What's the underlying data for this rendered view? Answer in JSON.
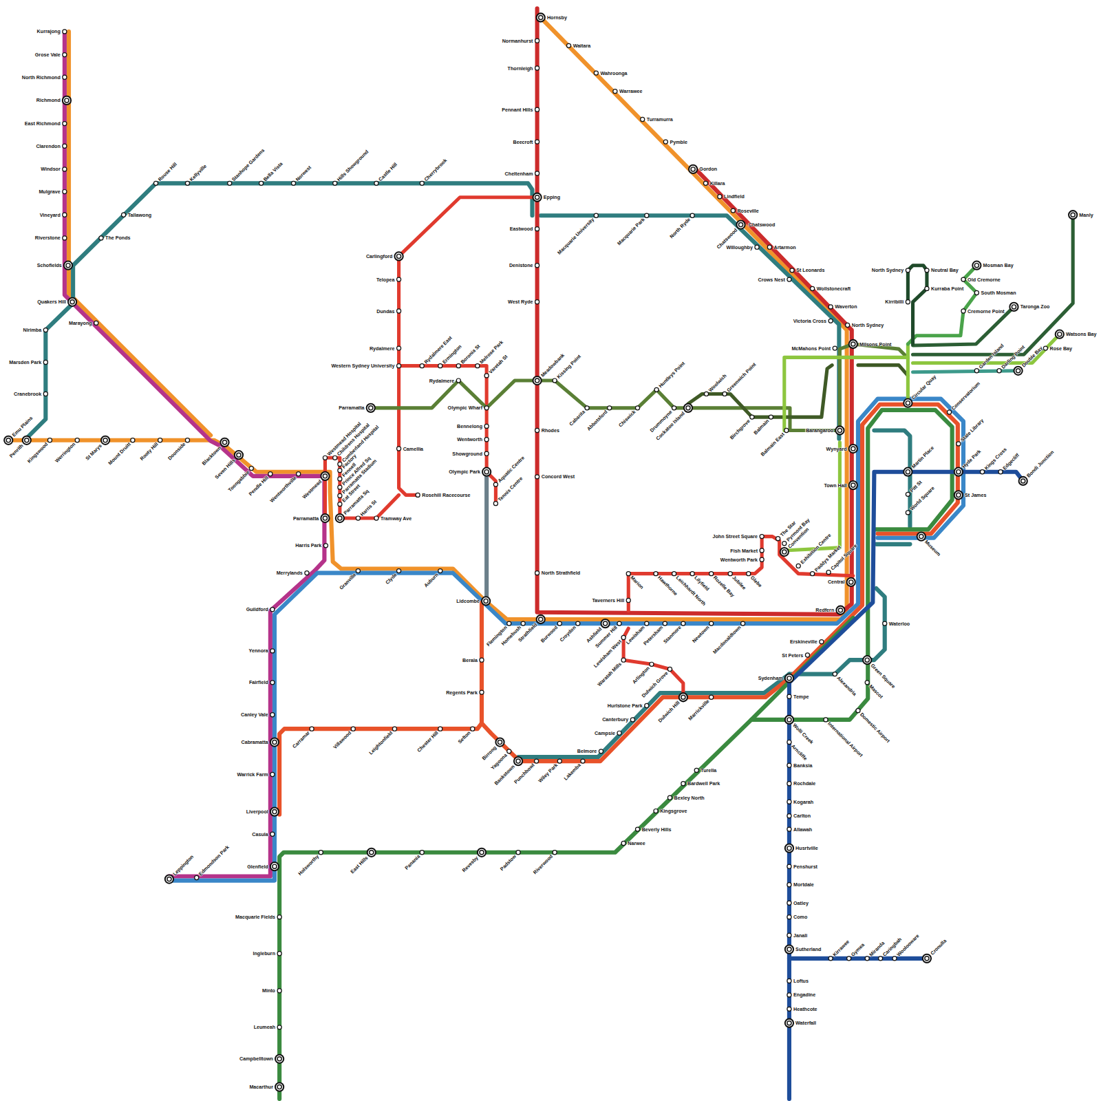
{
  "diagram": {
    "labels": [
      "Kurrajong",
      "Grose Vale",
      "North Richmond",
      "Richmond",
      "East Richmond",
      "Clarendon",
      "Windsor",
      "Mulgrave",
      "Vineyard",
      "Riverstone",
      "Schofields",
      "Quakers Hill",
      "Marayong",
      "Tallawong",
      "The Ponds",
      "Rouse Hill",
      "Kellyville",
      "Stanhope Gardens",
      "Bella Vista",
      "Norwest",
      "Hills Showground",
      "Castle Hill",
      "Cherrybrook",
      "Nirimba",
      "Marsden Park",
      "Cranebrook",
      "Emu Plains",
      "Penrith",
      "Kingswood",
      "Werrington",
      "St Marys",
      "Mount Druitt",
      "Rooty Hill",
      "Doonside",
      "Blacktown",
      "Seven Hills",
      "Toongabbie",
      "Pendle Hill",
      "Wentworthville",
      "Westmead",
      "Westmead Hospital",
      "Childrens Hospital",
      "Cumberland Hospital",
      "Factory",
      "Fennell",
      "Prince Alfred Sq",
      "Parramatta Stadium",
      "Eat Street",
      "Parramatta Sq",
      "Parramatta",
      "Harris St",
      "Tramway Ave",
      "Harris Park",
      "Merrylands",
      "Granville",
      "Clyde",
      "Auburn",
      "Lidcombe",
      "Flemington",
      "Homebush",
      "Strathfield",
      "Burwood",
      "Croydon",
      "Ashfield",
      "Summer Hill",
      "Lewisham",
      "Petersham",
      "Stanmore",
      "Newtown",
      "Macdonaldtown",
      "Redfern",
      "Lewisham West",
      "Waratah Mills",
      "Arlington",
      "Dulwich Grove",
      "Dulwich Hill",
      "Marrickville",
      "Taverners Hill",
      "Marion",
      "Hawthorne",
      "Leichhardt North",
      "Lilyfield",
      "Rozelle Bay",
      "Jubilee",
      "Glebe",
      "Wentworth Park",
      "Fish Market",
      "John Street Square",
      "The Star",
      "Pyrmont Bay",
      "Convention",
      "Exhibition Centre",
      "Paddys Market",
      "Capitol Square",
      "Central",
      "Carlingford",
      "Telopea",
      "Dundas",
      "Rydalmere",
      "Western Sydney University",
      "Camellia",
      "Rosehill Racecourse",
      "Rydalmere East",
      "Ermington",
      "Boronia St",
      "Melrose Park",
      "Varetah St",
      "Rydalmere",
      "Parramatta",
      "Olympic Wharf",
      "Bennelong",
      "Wentworth",
      "Showground",
      "Olympic Park",
      "Aquatic Centre",
      "Tennis Centre",
      "Hornsby",
      "Normanhurst",
      "Thornleigh",
      "Pennant Hills",
      "Beecroft",
      "Cheltenham",
      "Epping",
      "Eastwood",
      "Denistone",
      "West Ryde",
      "Meadowbank",
      "Kissing Point",
      "Rhodes",
      "Concord West",
      "North Strathfield",
      "Macquarie University",
      "Macquarie Park",
      "North Ryde",
      "Cabarita",
      "Abbotsford",
      "Chiswick",
      "Huntleys Point",
      "Drummoyne",
      "Cockatoo Island",
      "Woolwich",
      "Greenwich Point",
      "Birchgrove",
      "Balmain",
      "Balmain East",
      "Barangaroo",
      "McMahons Point",
      "Milsons Point",
      "Waitara",
      "Wahroonga",
      "Warrawee",
      "Turramurra",
      "Pymble",
      "Gordon",
      "Killara",
      "Lindfield",
      "Roseville",
      "Chatswood",
      "Chatswood",
      "Willoughby",
      "Artarmon",
      "Crows Nest",
      "St Leonards",
      "Wollstonecraft",
      "Waverton",
      "Victoria Cross",
      "North Sydney",
      "Wynyard",
      "Town Hall",
      "Circular Quay",
      "Martin Place",
      "Pitt St",
      "World Square",
      "Museum",
      "St James",
      "Hyde Park",
      "State Library",
      "Conservatorium",
      "Kings Cross",
      "Edgecliff",
      "Bondi Junction",
      "Garden Island",
      "Darling Point",
      "Double Bay",
      "Rose Bay",
      "Watsons Bay",
      "Manly",
      "Taronga Zoo",
      "Mosman Bay",
      "Old Cremorne",
      "South Mosman",
      "Cremorne Point",
      "North Sydney",
      "Neutral Bay",
      "Kurraba Point",
      "Kirribilli",
      "Waterloo",
      "Erskineville",
      "St Peters",
      "Sydenham",
      "Alexandria",
      "Green Square",
      "Mascot",
      "Domestic Airport",
      "International Airport",
      "Tempe",
      "Wolli Creek",
      "Arncliffe",
      "Banksia",
      "Rochdale",
      "Kogarah",
      "Carlton",
      "Allawah",
      "Husrtville",
      "Penshurst",
      "Mortdale",
      "Oatley",
      "Como",
      "Janali",
      "Sutherland",
      "Loftus",
      "Engadine",
      "Heathcote",
      "Waterfall",
      "Kirrawee",
      "Gymea",
      "Miranda",
      "Caringbah",
      "Woolooware",
      "Cronulla",
      "Turella",
      "Bardwell Park",
      "Bexley North",
      "Kingsgrove",
      "Beverly Hills",
      "Narwee",
      "Riverwood",
      "Padstow",
      "Revesby",
      "Panania",
      "East Hills",
      "Holsworthy",
      "Glenfield",
      "Macquarie Fields",
      "Ingleburn",
      "Minto",
      "Leumeah",
      "Campbelltown",
      "Macarthur",
      "Berala",
      "Regents Park",
      "Sefton",
      "Chester Hill",
      "Leightonfield",
      "Villawood",
      "Carramar",
      "Birrong",
      "Yagoona",
      "Bankstown",
      "Punchbowl",
      "Wiley Park",
      "Lakemba",
      "Belmore",
      "Campsie",
      "Canterbury",
      "Hurlstone Park",
      "Guildford",
      "Yennora",
      "Fairfield",
      "Canley Vale",
      "Cabramatta",
      "Warrick Farm",
      "Liverpool",
      "Casula",
      "Leppington",
      "Edmondson Park"
    ]
  }
}
